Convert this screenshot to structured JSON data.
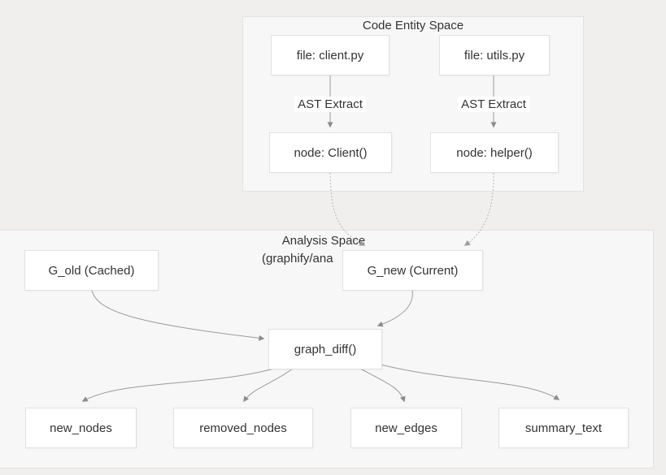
{
  "colors": {
    "page_background": "#f0efed",
    "cluster_background": "#f7f7f7",
    "cluster_border": "#e3e2e0",
    "node_background": "#ffffff",
    "node_border": "#e2e1df",
    "text": "#333333",
    "edge_solid": "#9b9b9b",
    "edge_dotted": "#b5b5b5",
    "arrowhead": "#8c8c8c"
  },
  "diagram": {
    "clusters": [
      {
        "id": "code-entity-space",
        "label": "Code Entity Space"
      },
      {
        "id": "analysis-space",
        "label_line1": "Analysis Space",
        "label_line2": "(graphify/ana"
      }
    ],
    "nodes": [
      {
        "id": "file-client",
        "label": "file: client.py"
      },
      {
        "id": "file-utils",
        "label": "file: utils.py"
      },
      {
        "id": "node-client",
        "label": "node: Client()"
      },
      {
        "id": "node-helper",
        "label": "node: helper()"
      },
      {
        "id": "g-old",
        "label": "G_old (Cached)"
      },
      {
        "id": "g-new",
        "label": "G_new (Current)"
      },
      {
        "id": "graph-diff",
        "label": "graph_diff()"
      },
      {
        "id": "new-nodes",
        "label": "new_nodes"
      },
      {
        "id": "removed-nodes",
        "label": "removed_nodes"
      },
      {
        "id": "new-edges",
        "label": "new_edges"
      },
      {
        "id": "summary-text",
        "label": "summary_text"
      }
    ],
    "edges": [
      {
        "from": "file-client",
        "to": "node-client",
        "label": "AST Extract",
        "style": "solid"
      },
      {
        "from": "file-utils",
        "to": "node-helper",
        "label": "AST Extract",
        "style": "solid"
      },
      {
        "from": "node-client",
        "to": "g-new",
        "style": "dotted"
      },
      {
        "from": "node-helper",
        "to": "g-new",
        "style": "dotted"
      },
      {
        "from": "g-old",
        "to": "graph-diff",
        "style": "solid"
      },
      {
        "from": "g-new",
        "to": "graph-diff",
        "style": "solid"
      },
      {
        "from": "graph-diff",
        "to": "new-nodes",
        "style": "solid"
      },
      {
        "from": "graph-diff",
        "to": "removed-nodes",
        "style": "solid"
      },
      {
        "from": "graph-diff",
        "to": "new-edges",
        "style": "solid"
      },
      {
        "from": "graph-diff",
        "to": "summary-text",
        "style": "solid"
      }
    ]
  }
}
